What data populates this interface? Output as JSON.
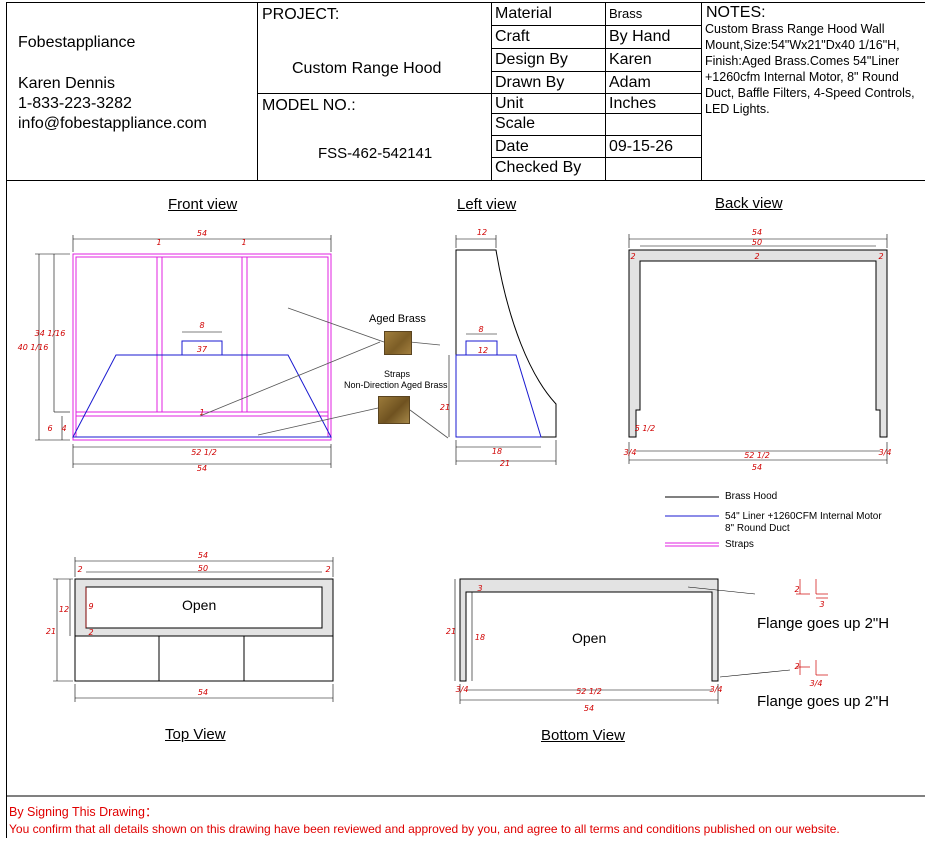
{
  "header": {
    "company": "Fobestappliance",
    "contact_name": "Karen Dennis",
    "phone": "1-833-223-3282",
    "email": "info@fobestappliance.com",
    "project_label": "PROJECT:",
    "project_name": "Custom Range Hood",
    "model_label": "MODEL NO.:",
    "model_no": "FSS-462-542141",
    "fields": [
      {
        "label": "Material",
        "value": "Brass"
      },
      {
        "label": "Craft",
        "value": "By Hand"
      },
      {
        "label": "Design By",
        "value": "Karen"
      },
      {
        "label": "Drawn By",
        "value": "Adam"
      },
      {
        "label": "Unit",
        "value": "Inches"
      },
      {
        "label": "Scale",
        "value": ""
      },
      {
        "label": "Date",
        "value": "09-15-26"
      },
      {
        "label": "Checked By",
        "value": ""
      }
    ],
    "notes_title": "NOTES:",
    "notes_text": "Custom Brass Range Hood Wall Mount,Size:54\"Wx21\"Dx40 1/16\"H, Finish:Aged Brass.Comes 54\"Liner +1260cfm Internal Motor, 8\" Round Duct, Baffle Filters, 4-Speed Controls, LED Lights."
  },
  "views": {
    "front": "Front view",
    "left": "Left view",
    "back": "Back view",
    "top": "Top View",
    "bottom": "Bottom View"
  },
  "finishes": {
    "aged_brass": "Aged Brass",
    "straps_line1": "Straps",
    "straps_line2": "Non-Direction Aged Brass"
  },
  "legend": [
    {
      "label": "Brass Hood",
      "color": "#000000"
    },
    {
      "label": "54\" Liner +1260CFM Internal  Motor",
      "label2": "8\" Round Duct",
      "color": "#1a1ad0"
    },
    {
      "label": "Straps",
      "color": "#e020e0"
    }
  ],
  "labels": {
    "open": "Open",
    "flange": "Flange goes up 2\"H"
  },
  "dimensions": {
    "front": {
      "width": "54",
      "height_total": "40 1/16",
      "height_side": "34 1/16",
      "bottom_outer": "6",
      "bottom_inner": "4",
      "duct_width": "8",
      "liner_width": "37",
      "strap": "1",
      "liner_bottom": "52 1/2"
    },
    "left": {
      "top": "12",
      "duct": "8",
      "duct_inner": "12",
      "height": "21",
      "bottom": "18",
      "depth": "21"
    },
    "back": {
      "outer": "54",
      "inner": "50",
      "wall": "2",
      "notch": "5 1/2",
      "foot": "3/4",
      "bottom": "52 1/2"
    },
    "top": {
      "outer": "54",
      "inner": "50",
      "wall": "2",
      "depth_inner": "12",
      "depth": "21",
      "opening_depth": "9",
      "bottom": "54"
    },
    "bottom": {
      "wall": "3",
      "depth": "21",
      "inner_depth": "18",
      "foot": "3/4",
      "inner": "52 1/2",
      "outer": "54",
      "flange_a": "2",
      "flange_b": "3",
      "flange_c": "2",
      "flange_d": "3/4"
    }
  },
  "footer": {
    "line1": "By Signing This Drawing：",
    "line2": "You confirm that all details shown on this drawing have been reviewed and approved by you, and agree to all terms and conditions published on our website."
  },
  "colors": {
    "red": "#e00000",
    "magenta": "#e020e0",
    "blue": "#1a1ad0",
    "brass": "#8a6a2e"
  }
}
